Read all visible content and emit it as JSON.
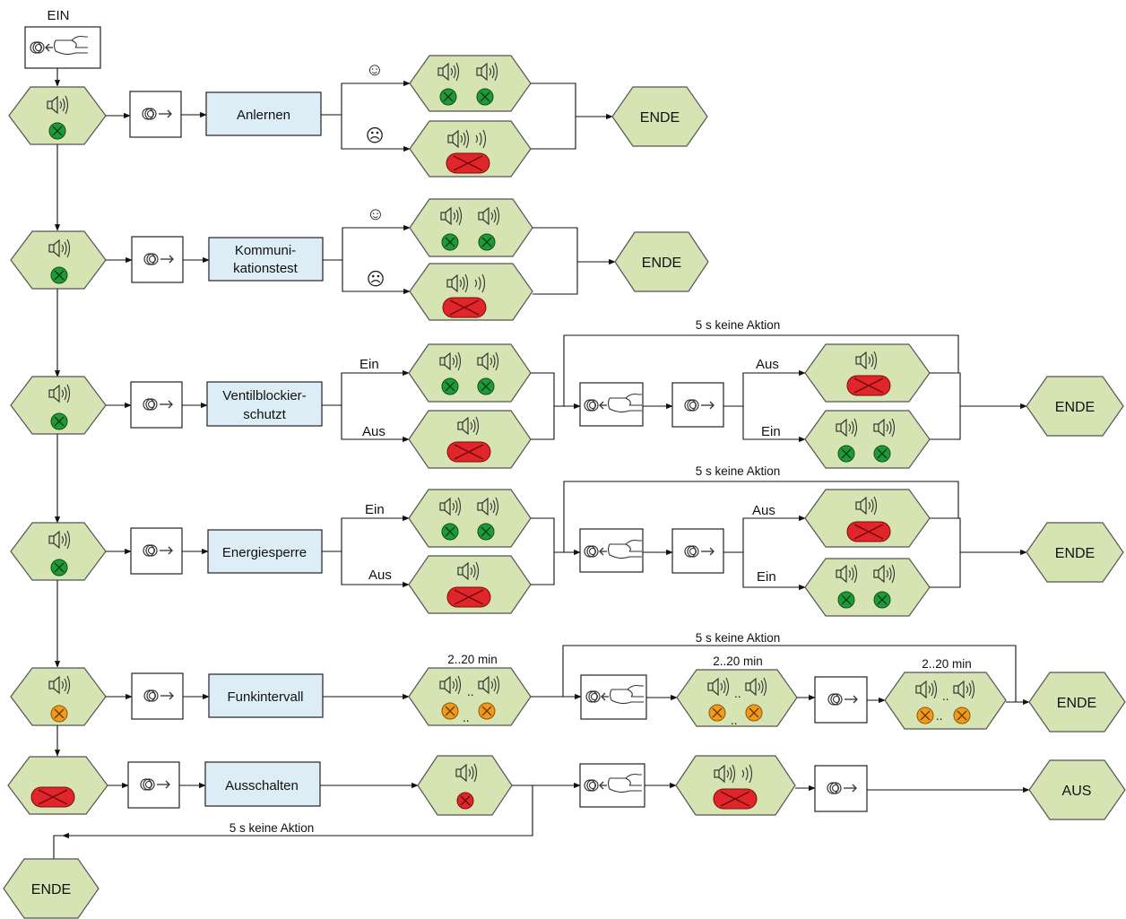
{
  "start": {
    "label": "EIN"
  },
  "labels": {
    "anlernen": "Anlernen",
    "komm_1": "Kommuni-",
    "komm_2": "kationstest",
    "ventil_1": "Ventilblockier-",
    "ventil_2": "schutzt",
    "energie": "Energiesperre",
    "funk": "Funkintervall",
    "aus": "Ausschalten"
  },
  "ends": {
    "ende": "ENDE",
    "aus": "AUS"
  },
  "branches": {
    "ein": "Ein",
    "aus": "Aus",
    "happy": "☺",
    "sad": "☹"
  },
  "timeouts": {
    "no_action": "5 s keine Aktion",
    "interval": "2..20 min",
    "dots": ".."
  },
  "colors": {
    "hexagon": "#d6e4b3",
    "label_box": "#dcedf5",
    "led_green": "#1f9a3a",
    "led_red": "#e0262a",
    "led_orange": "#f29a1c"
  },
  "icons": {
    "speaker": "speaker-icon",
    "button": "button-press-icon",
    "finger": "finger-press-icon"
  }
}
